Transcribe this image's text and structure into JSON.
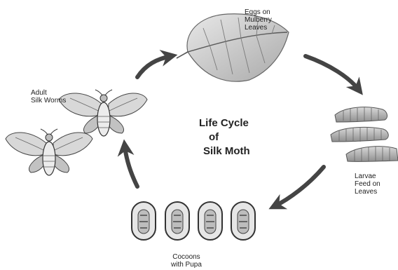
{
  "title": {
    "line1": "Life Cycle",
    "line2": "of",
    "line3": "Silk Moth"
  },
  "stages": {
    "eggs": "Eggs on\nMulberry\nLeaves",
    "larvae": "Larvae\nFeed on\nLeaves",
    "cocoons": "Cocoons\nwith Pupa",
    "adult": "Adult\nSilk Worms"
  },
  "colors": {
    "arrow": "#444444",
    "text": "#222222"
  },
  "icons": [
    "mulberry-leaf-icon",
    "larva-icon",
    "cocoon-icon",
    "moth-icon",
    "cycle-arrow-icon"
  ]
}
